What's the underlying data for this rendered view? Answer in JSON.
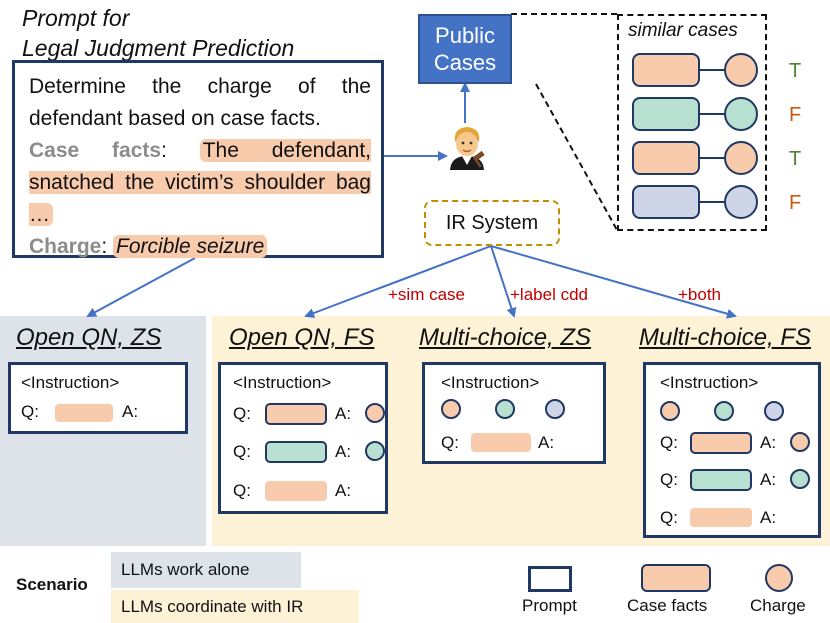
{
  "prompt_title": [
    "Prompt for",
    "Legal Judgment Prediction"
  ],
  "prompt_box": {
    "instruction": "Determine the charge of the defendant based on case facts.",
    "case_facts_label": "Case facts",
    "case_facts_text": "The defendant, snatched the victim’s shoulder bag …",
    "charge_label": "Charge",
    "charge_text": "Forcible seizure"
  },
  "public_cases": "Public Cases",
  "similar_cases": {
    "title": "similar cases",
    "labels": [
      "T",
      "F",
      "T",
      "F"
    ],
    "colors": [
      "#f8cbad",
      "#b8e0d0",
      "#f8cbad",
      "#cdd5e6"
    ]
  },
  "ir_system": "IR System",
  "arrow_labels": {
    "sim_case": "+sim case",
    "label_cdd": "+label cdd",
    "both": "+both"
  },
  "panels": {
    "open_zs": {
      "title": "Open QN, ZS",
      "instruction": "<Instruction>",
      "q": "Q:",
      "a": "A:"
    },
    "open_fs": {
      "title": "Open QN, FS",
      "instruction": "<Instruction>",
      "q": "Q:",
      "a": "A:"
    },
    "mc_zs": {
      "title": "Multi-choice, ZS",
      "instruction": "<Instruction>",
      "q": "Q:",
      "a": "A:"
    },
    "mc_fs": {
      "title": "Multi-choice, FS",
      "instruction": "<Instruction>",
      "q": "Q:",
      "a": "A:"
    }
  },
  "legend": {
    "scenario": "Scenario",
    "alone": "LLMs work alone",
    "coordinate": "LLMs coordinate with IR",
    "prompt": "Prompt",
    "case_facts": "Case facts",
    "charge": "Charge"
  },
  "colors": {
    "navy": "#1f3864",
    "case_fact": "#f8cbad",
    "charge": "#f8cbad",
    "teal": "#b8e0d0",
    "lavender": "#cdd5e6",
    "public_cases": "#4472c4",
    "arrow": "#4472c4",
    "alone_bg": "#dee3ea",
    "coordinate_bg": "#fdf2d6",
    "label_green": "#548235",
    "label_orange": "#c55a11",
    "label_red": "#c00000"
  },
  "icons": [
    "judge-icon"
  ]
}
